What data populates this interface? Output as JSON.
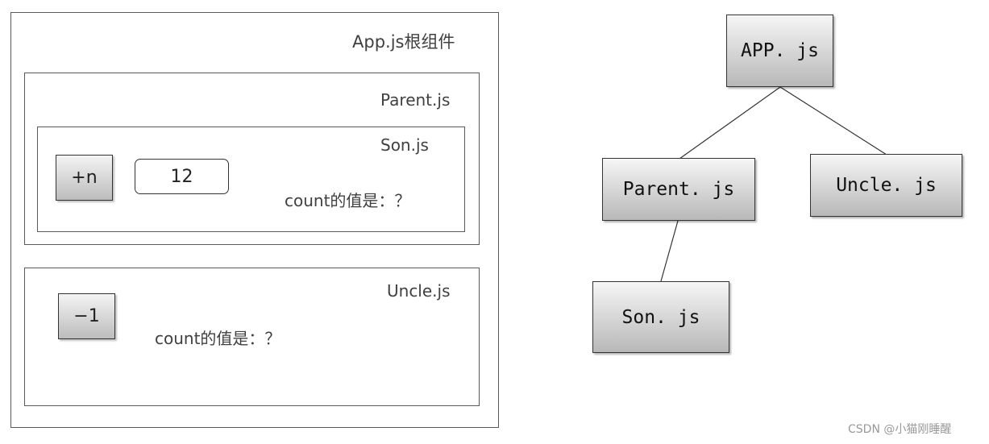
{
  "left_panel": {
    "app_label": "App.js根组件",
    "parent_label": "Parent.js",
    "son_label": "Son.js",
    "son_button": "+n",
    "son_input_value": "12",
    "son_count_text": "count的值是：？",
    "uncle_label": "Uncle.js",
    "uncle_button": "−1",
    "uncle_count_text": "count的值是：？"
  },
  "tree": {
    "nodes": [
      {
        "id": "app",
        "label": "APP. js"
      },
      {
        "id": "parent",
        "label": "Parent. js"
      },
      {
        "id": "uncle",
        "label": "Uncle. js"
      },
      {
        "id": "son",
        "label": "Son. js"
      }
    ],
    "edges": [
      [
        "app",
        "parent"
      ],
      [
        "app",
        "uncle"
      ],
      [
        "parent",
        "son"
      ]
    ]
  },
  "watermark": "CSDN @小猫刚睡醒"
}
